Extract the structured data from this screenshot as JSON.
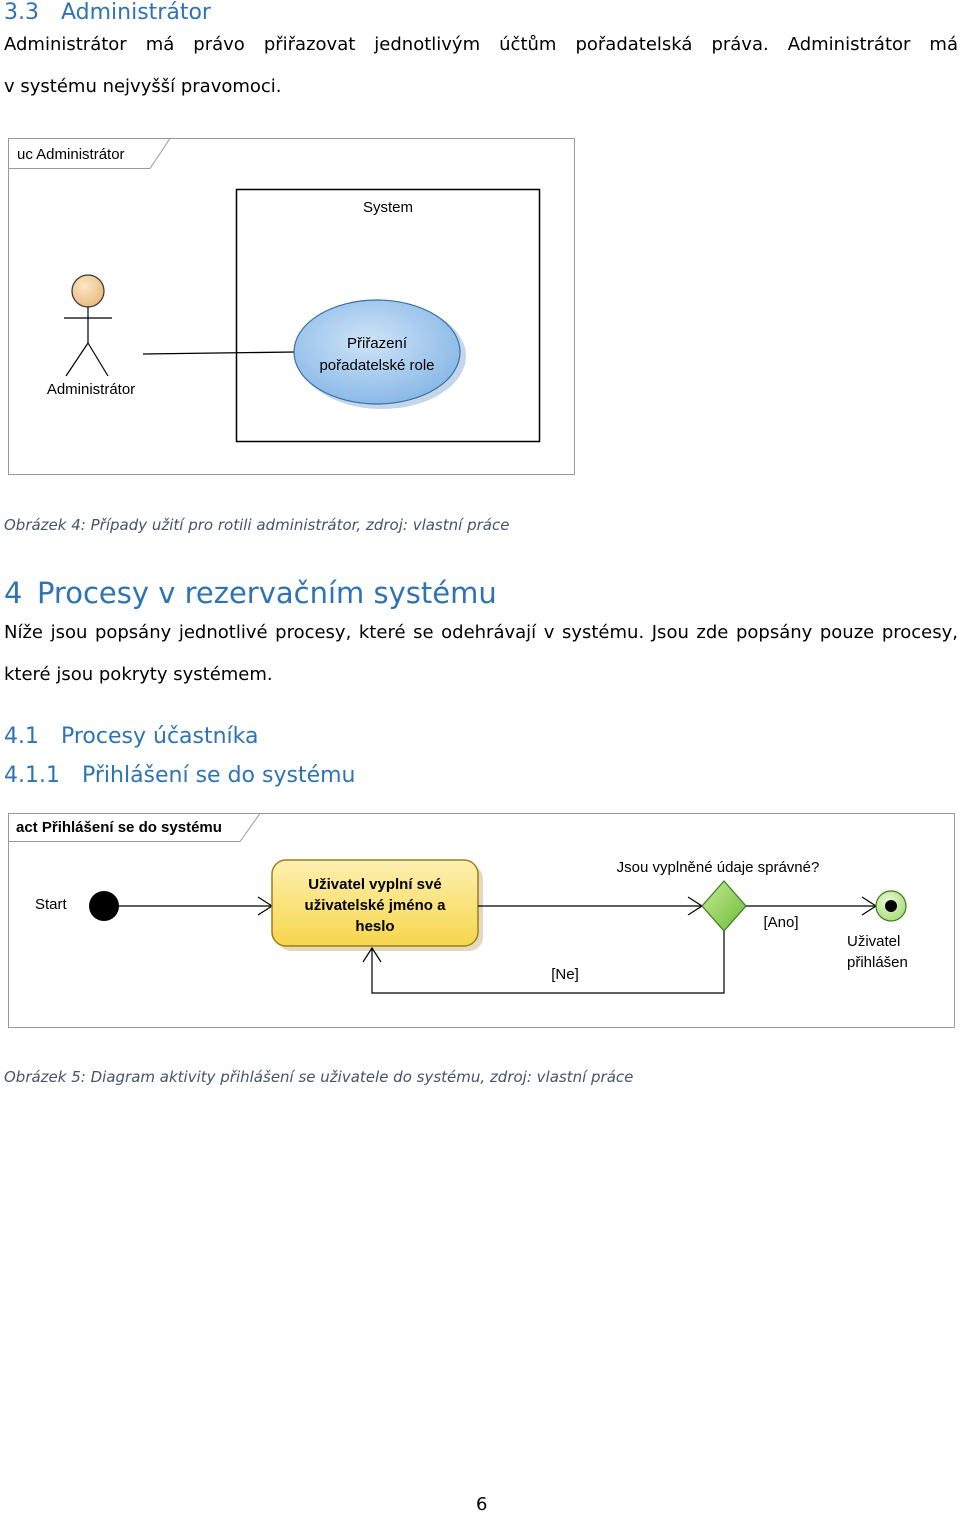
{
  "section_3_3": {
    "heading": "3.3 Administrátor",
    "para_line1": "Administrátor má právo přiřazovat jednotlivým účtům pořadatelská práva. Administrátor má",
    "para_line2": "v systému nejvyšší pravomoci."
  },
  "use_case_diagram": {
    "frame_label": "uc Administrátor",
    "system_label": "System",
    "actor_label": "Administrátor",
    "usecase_line1": "Přiřazení",
    "usecase_line2": "pořadatelské role",
    "colors": {
      "usecase_fill": "#9dc3e6",
      "actor_head": "#f5d6a8"
    }
  },
  "caption_4": "Obrázek 4: Případy užití pro rotili administrátor, zdroj: vlastní práce",
  "section_4": {
    "heading": "4 Procesy v rezervačním systému",
    "para_line1": "Níže jsou popsány jednotlivé procesy, které se odehrávají v systému. Jsou zde popsány pouze procesy,",
    "para_line2": "které jsou pokryty systémem."
  },
  "section_4_1": {
    "heading": "4.1 Procesy účastníka"
  },
  "section_4_1_1": {
    "heading": "4.1.1 Přihlášení se do systému"
  },
  "activity_diagram": {
    "frame_label": "act Přihlášení se do systému",
    "start_label": "Start",
    "action_line1": "Uživatel vyplní své",
    "action_line2": "uživatelské jméno a",
    "action_line3": "heslo",
    "decision_label": "Jsou vyplněné údaje správné?",
    "yes_label": "[Ano]",
    "no_label": "[Ne]",
    "end_line1": "Uživatel",
    "end_line2": "přihlášen",
    "colors": {
      "action_fill": "#fbe27a",
      "decision_fill": "#8fd14f"
    }
  },
  "caption_5": "Obrázek 5: Diagram aktivity přihlášení se uživatele do systému, zdroj: vlastní práce",
  "page_number": "6"
}
